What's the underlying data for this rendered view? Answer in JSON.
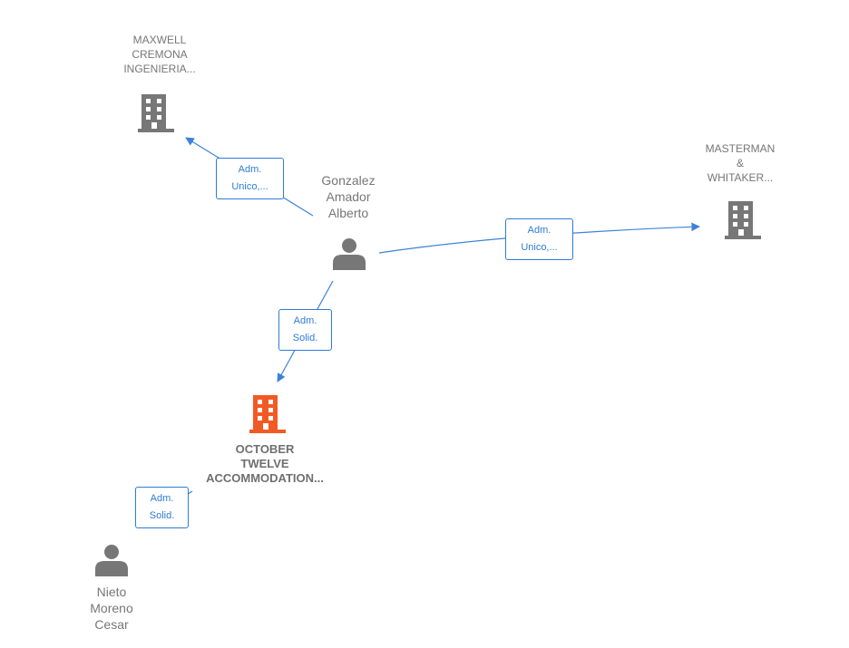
{
  "colors": {
    "edge": "#3b82d9",
    "icon_gray": "#777777",
    "icon_highlight": "#f15a24"
  },
  "nodes": {
    "maxwell": {
      "label_lines": [
        "MAXWELL",
        "CREMONA",
        "INGENIERIA..."
      ],
      "icon": "building-icon"
    },
    "masterman": {
      "label_lines": [
        "MASTERMAN",
        "&",
        "WHITAKER..."
      ],
      "icon": "building-icon"
    },
    "gonzalez": {
      "label_lines": [
        "Gonzalez",
        "Amador",
        "Alberto"
      ],
      "icon": "person-icon"
    },
    "october": {
      "label_lines": [
        "OCTOBER",
        "TWELVE",
        "ACCOMMODATION..."
      ],
      "icon": "building-icon"
    },
    "nieto": {
      "label_lines": [
        "Nieto",
        "Moreno",
        "Cesar"
      ],
      "icon": "person-icon"
    }
  },
  "edges": {
    "to_maxwell": {
      "label_lines": [
        "Adm.",
        "Unico,..."
      ]
    },
    "to_masterman": {
      "label_lines": [
        "Adm.",
        "Unico,..."
      ]
    },
    "to_october": {
      "label_lines": [
        "Adm.",
        "Solid."
      ]
    },
    "nieto_october": {
      "label_lines": [
        "Adm.",
        "Solid."
      ]
    }
  }
}
